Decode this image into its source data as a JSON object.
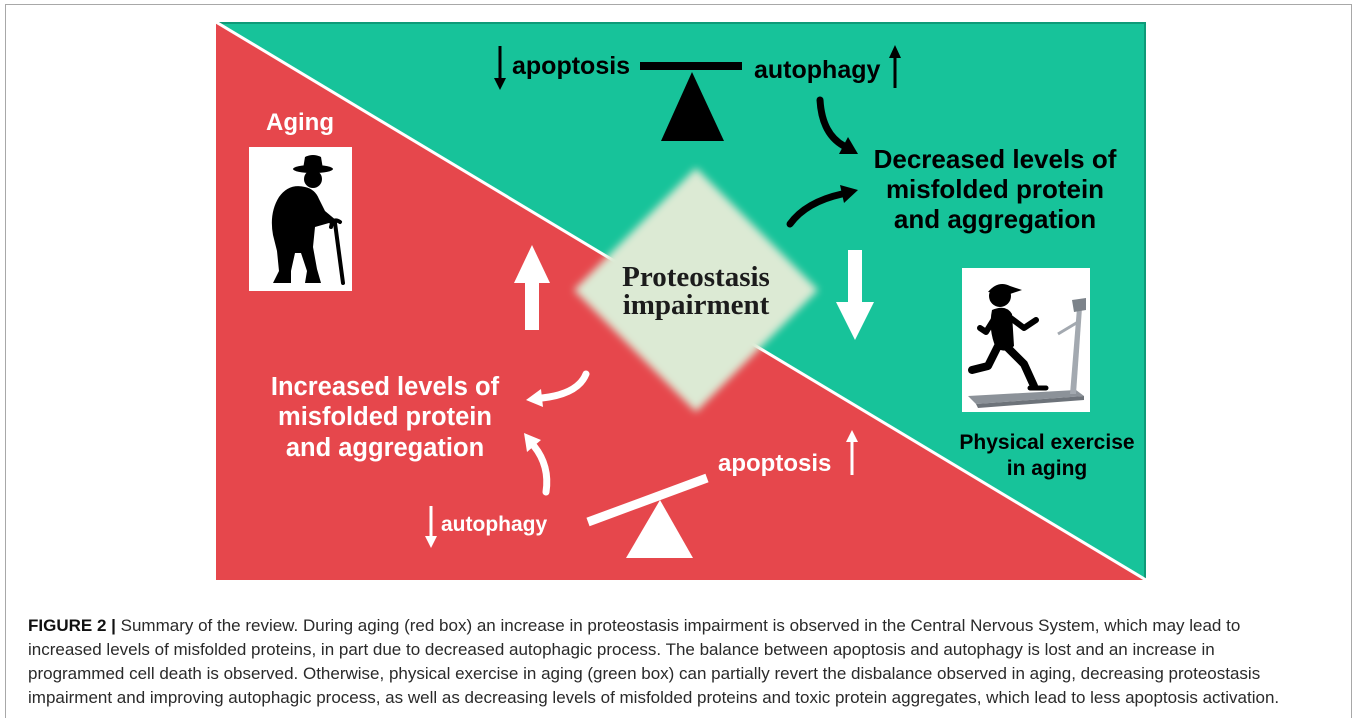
{
  "figure": {
    "diagram": {
      "colors": {
        "aging_region": "#E6474C",
        "exercise_region": "#17C39A",
        "exercise_border": "#0E9A78",
        "center_diamond": "#DCEAD4",
        "dark_marks": "#000000",
        "light_marks": "#FFFFFF"
      },
      "center": {
        "line1": "Proteostasis",
        "line2": "impairment"
      },
      "exercise": {
        "balance": {
          "left_label": "apoptosis",
          "left_icon": "arrow-down-icon",
          "right_label": "autophagy",
          "right_icon": "arrow-up-icon"
        },
        "outcome": {
          "line1": "Decreased levels of",
          "line2": "misfolded protein",
          "line3": "and aggregation"
        },
        "picture_icon": "treadmill-runner-icon",
        "label": {
          "line1": "Physical exercise",
          "line2": "in aging"
        }
      },
      "aging": {
        "title": "Aging",
        "picture_icon": "elderly-man-with-cane-icon",
        "outcome": {
          "line1": "Increased levels of",
          "line2": "misfolded protein",
          "line3": "and aggregation"
        },
        "balance": {
          "left_label": "autophagy",
          "left_icon": "arrow-down-icon",
          "right_label": "apoptosis",
          "right_icon": "arrow-up-icon"
        }
      }
    },
    "caption": {
      "label": "FIGURE 2 |",
      "lines": [
        "Summary of the review. During aging (red box) an increase in proteostasis impairment is observed in the Central Nervous System, which may lead to",
        "increased levels of misfolded proteins, in part due to decreased autophagic process. The balance between apoptosis and autophagy is lost and an increase in",
        "programmed cell death is observed. Otherwise, physical exercise in aging (green box) can partially revert the disbalance observed in aging, decreasing proteostasis",
        "impairment and improving autophagic process, as well as decreasing levels of misfolded proteins and toxic protein aggregates, which lead to less apoptosis activation."
      ]
    }
  }
}
